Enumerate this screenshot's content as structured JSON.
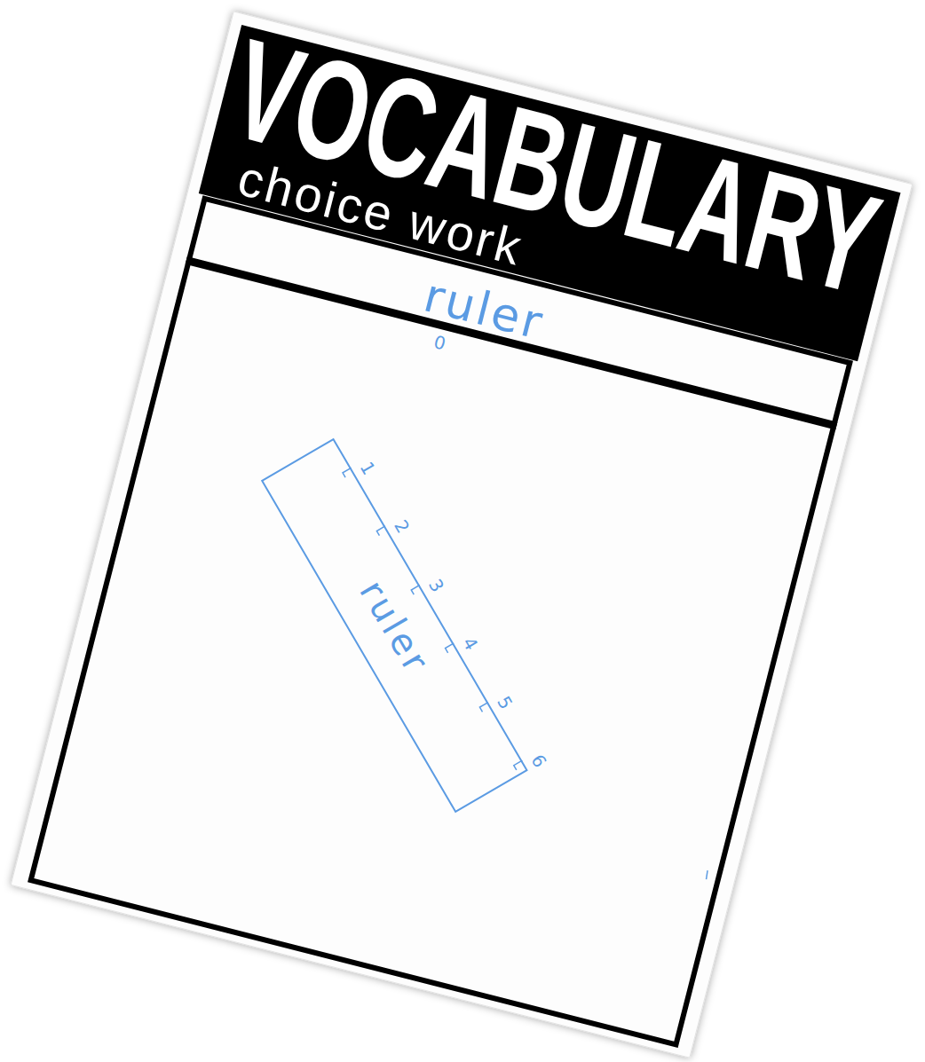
{
  "diagram": {
    "title": "VOCABULARY",
    "nodes": [
      {
        "text": [
          "ruler"
        ]
      },
      {
        "text": [
          "ruler"
        ]
      }
    ],
    "labels": [
      "choice work",
      "0",
      "1",
      "2",
      "3",
      "4",
      "5",
      "6"
    ]
  }
}
